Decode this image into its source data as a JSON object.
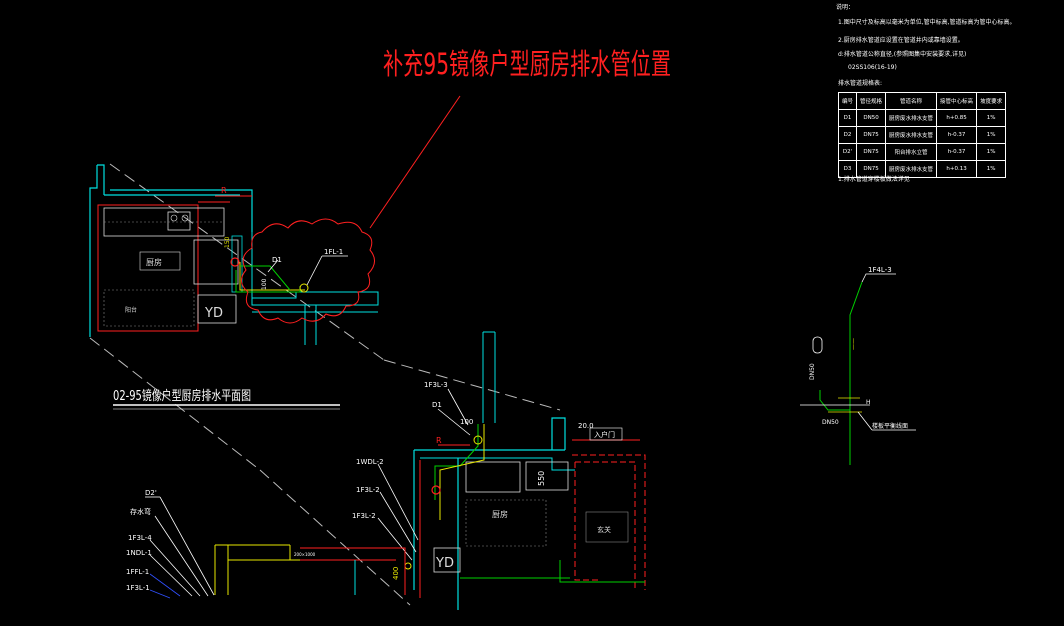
{
  "title": "补充95镜像户型厨房排水管位置",
  "plan_title": "02-95镜像户型厨房排水平面图",
  "notes": {
    "heading": "说明：",
    "lines": [
      "1.图中尺寸及标高以毫米为单位,管中标高,管道标高为管中心标高。",
      "2.厨房排水管道应设置在管道井内或靠墙设置。",
      "  d:排水管道公称直径,(参照图集中安装要求,详见)",
      "  02SS106(16-19)",
      "排水管道规格表:"
    ],
    "footer": "1.排水管道穿楼板做法详见"
  },
  "table": {
    "headers": [
      "编号",
      "管径规格",
      "管道名称",
      "接管中心标高",
      "坡度要求"
    ],
    "rows": [
      [
        "D1",
        "DN50",
        "厨房废水排水支管",
        "h+0.85",
        "1%"
      ],
      [
        "D2",
        "DN75",
        "厨房废水排水支管",
        "h-0.37",
        "1%"
      ],
      [
        "D2'",
        "DN75",
        "阳台排水立管",
        "h-0.37",
        "1%"
      ],
      [
        "D3",
        "DN75",
        "厨房废水排水支管",
        "h+0.13",
        "1%"
      ]
    ]
  },
  "labels": {
    "d1_top": "D1",
    "fl_top": "1FL-1",
    "dim_100_top": "100",
    "dim_150_top": "150",
    "r_top": "R",
    "room_kitchen_top": "厨房",
    "room_balcony_top": "阳台",
    "yd_top": "YD",
    "fl3_bottom": "1F3L-3",
    "d1_bottom": "D1",
    "dim_100_bottom": "100",
    "dim_200": "20.0",
    "entrance": "入户门",
    "r_bottom": "R",
    "wdl2": "1WDL-2",
    "f3l2_a": "1F3L-2",
    "f3l2_b": "1F3L-2",
    "dim_550": "550",
    "room_kitchen_bottom": "厨房",
    "room_entry": "玄关",
    "yd_bottom": "YD",
    "dim_400": "400",
    "d2p": "D2'",
    "chamber": "存水弯",
    "f3l4": "1F3L-4",
    "ndl1": "1NDL-1",
    "ffl1": "1FFL-1",
    "f3l1": "1F3L-1",
    "riser_label": "1F4L-3",
    "dn50": "DN50",
    "dn50_b": "DN50",
    "floor_line": "H",
    "floor_note": "楼板平衡线面",
    "dim_bottom": "200×1000"
  },
  "colors": {
    "background": "#000000",
    "wall_cyan": "#00e0e0",
    "pipe_green": "#00d000",
    "pipe_yellow": "#e8e800",
    "red": "#ff0000",
    "white": "#ffffff",
    "magenta": "#ff00ff",
    "blue": "#3050ff"
  }
}
